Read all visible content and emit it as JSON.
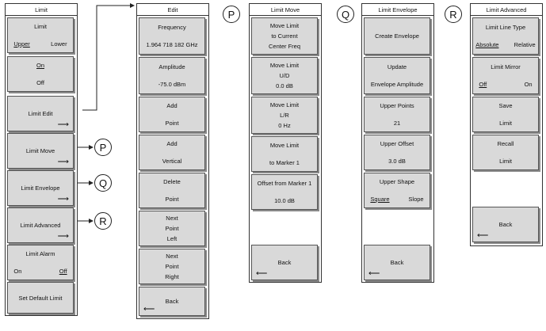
{
  "limit_menu": {
    "title": "Limit",
    "limit": {
      "label": "Limit",
      "upper": "Upper",
      "lower": "Lower"
    },
    "onoff": {
      "on": "On",
      "off": "Off"
    },
    "limit_edit": "Limit Edit",
    "limit_move": "Limit Move",
    "limit_envelope": "Limit Envelope",
    "limit_advanced": "Limit Advanced",
    "limit_alarm": {
      "label": "Limit Alarm",
      "on": "On",
      "off": "Off"
    },
    "set_default": "Set Default Limit"
  },
  "edit_menu": {
    "title": "Edit",
    "frequency": {
      "label": "Frequency",
      "value": "1.964 718 182 GHz"
    },
    "amplitude": {
      "label": "Amplitude",
      "value": "-75.0 dBm"
    },
    "add_point": {
      "line1": "Add",
      "line2": "Point"
    },
    "add_vertical": {
      "line1": "Add",
      "line2": "Vertical"
    },
    "delete_point": {
      "line1": "Delete",
      "line2": "Point"
    },
    "next_left": {
      "line1": "Next",
      "line2": "Point",
      "line3": "Left"
    },
    "next_right": {
      "line1": "Next",
      "line2": "Point",
      "line3": "Right"
    },
    "back": "Back"
  },
  "move_menu": {
    "title": "Limit Move",
    "to_center": {
      "line1": "Move Limit",
      "line2": "to Current",
      "line3": "Center Freq"
    },
    "ud": {
      "line1": "Move Limit",
      "line2": "U/D",
      "value": "0.0 dB"
    },
    "lr": {
      "line1": "Move Limit",
      "line2": "L/R",
      "value": "0 Hz"
    },
    "to_marker": {
      "line1": "Move Limit",
      "line2": "to Marker 1"
    },
    "offset": {
      "label": "Offset from Marker 1",
      "value": "10.0 dB"
    },
    "back": "Back"
  },
  "envelope_menu": {
    "title": "Limit Envelope",
    "create": "Create Envelope",
    "update": {
      "line1": "Update",
      "line2": "Envelope Amplitude"
    },
    "upper_points": {
      "label": "Upper Points",
      "value": "21"
    },
    "upper_offset": {
      "label": "Upper Offset",
      "value": "3.0 dB"
    },
    "upper_shape": {
      "label": "Upper Shape",
      "square": "Square",
      "slope": "Slope"
    },
    "back": "Back"
  },
  "advanced_menu": {
    "title": "Limit Advanced",
    "line_type": {
      "label": "Limit Line Type",
      "absolute": "Absolute",
      "relative": "Relative"
    },
    "mirror": {
      "label": "Limit Mirror",
      "off": "Off",
      "on": "On"
    },
    "save": {
      "line1": "Save",
      "line2": "Limit"
    },
    "recall": {
      "line1": "Recall",
      "line2": "Limit"
    },
    "back": "Back"
  },
  "callouts": {
    "p": "P",
    "q": "Q",
    "r": "R"
  },
  "icons": {
    "submenu": "right-arrow-icon",
    "back": "left-arrow-icon"
  }
}
